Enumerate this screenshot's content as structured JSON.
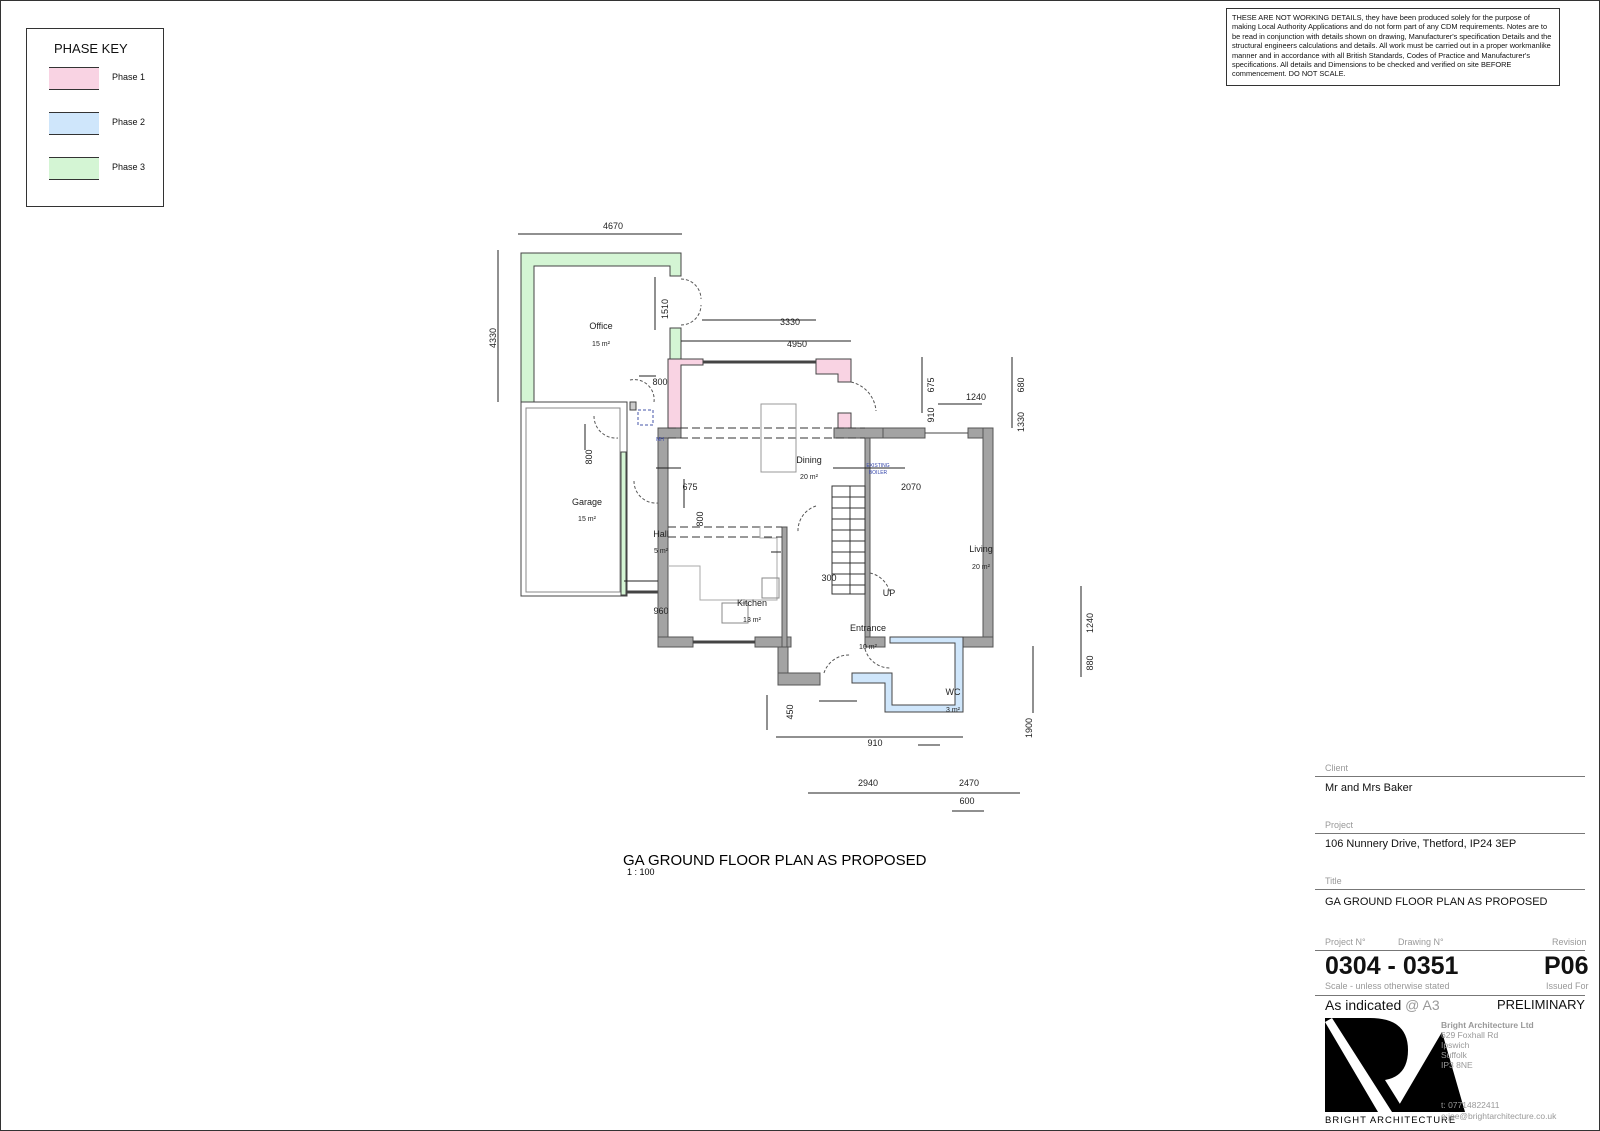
{
  "notes": "THESE ARE NOT WORKING DETAILS, they have been produced solely for the purpose of making Local Authority Applications and do not form part of any CDM requirements. Notes are to be read in conjunction with details shown on drawing, Manufacturer's specification Details and the structural engineers calculations and details. All work must be carried out in a proper workmanlike manner and in accordance with all British Standards, Codes of Practice and Manufacturer's specifications. All details and Dimensions to be checked and verified on site BEFORE commencement. DO NOT SCALE.",
  "phase_key": {
    "title": "PHASE KEY",
    "items": [
      {
        "label": "Phase 1",
        "color": "#f9d3e3"
      },
      {
        "label": "Phase 2",
        "color": "#cfe6fb"
      },
      {
        "label": "Phase 3",
        "color": "#d4f5d4"
      }
    ]
  },
  "plan": {
    "title": "GA GROUND FLOOR PLAN AS PROPOSED",
    "scale": "1 : 100",
    "rooms": [
      {
        "name": "Office",
        "area": "15 m²"
      },
      {
        "name": "Dining",
        "area": "20 m²"
      },
      {
        "name": "Garage",
        "area": "15 m²"
      },
      {
        "name": "Hall",
        "area": "5 m²"
      },
      {
        "name": "Kitchen",
        "area": "13 m²"
      },
      {
        "name": "Living",
        "area": "20 m²"
      },
      {
        "name": "Entrance",
        "area": "10 m²"
      },
      {
        "name": "WC",
        "area": "3 m²"
      }
    ],
    "labels": {
      "up": "UP",
      "mh": "MH",
      "boiler_1": "EXISTING",
      "boiler_2": "BOILER"
    },
    "dimensions": [
      "4670",
      "4330",
      "1510",
      "3330",
      "4950",
      "675",
      "910",
      "680",
      "1330",
      "1240",
      "800",
      "800",
      "675",
      "800",
      "2070",
      "300",
      "960",
      "1240",
      "880",
      "450",
      "1900",
      "910",
      "2940",
      "2470",
      "600"
    ]
  },
  "title_block": {
    "client_label": "Client",
    "client": "Mr and Mrs Baker",
    "project_label": "Project",
    "project": "106 Nunnery Drive, Thetford, IP24 3EP",
    "title_label": "Title",
    "title": "GA GROUND FLOOR PLAN AS PROPOSED",
    "project_no_label": "Project N°",
    "drawing_no_label": "Drawing N°",
    "revision_label": "Revision",
    "number": "0304 - 0351",
    "revision": "P06",
    "scale_label": "Scale - unless otherwise stated",
    "issued_for_label": "Issued For",
    "scale": "As indicated",
    "paper": "@ A3",
    "issued_for": "PRELIMINARY",
    "company": "Bright Architecture Ltd",
    "address": [
      "629 Foxhall Rd",
      "Ipswich",
      "Suffolk",
      "IP3 8NE"
    ],
    "phone": "t: 07714822411",
    "email": "e:joe@brightarchitecture.co.uk",
    "logo_text": "BRIGHT ARCHITECTURE"
  }
}
